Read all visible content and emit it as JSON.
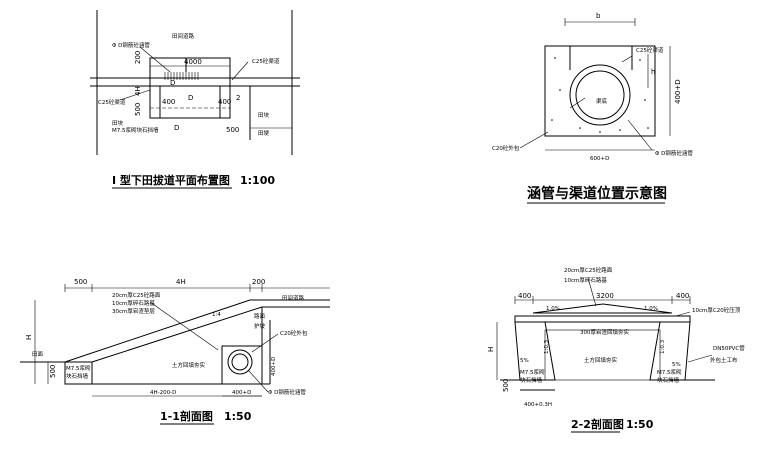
{
  "plan": {
    "road": "田间道路",
    "pipe": "Φ D钢筋砼涵管",
    "c25_top": "C25砼渠道",
    "c25_left": "C25砼渠道",
    "dim_4000": "4000",
    "dim_200": "200",
    "dim_4h": "4H",
    "dim_500": "500",
    "dim_400a": "400",
    "dim_400b": "400",
    "dim_2": "2",
    "dim_500b": "500",
    "field_block": "田块",
    "wall_note": "M7.5浆砌块石挡墙",
    "field_block2": "田块",
    "ridge": "田埂",
    "d1": "D",
    "d2": "D",
    "d3": "D",
    "title": "I 型下田拔道平面布置图",
    "scale": "1:100"
  },
  "culvert": {
    "b": "b",
    "c25": "C25砼渠道",
    "h": "h",
    "dim_400d": "400+D",
    "channel": "渠底",
    "c20": "C20砼外包",
    "dim_600d": "600+D",
    "pipe": "Φ D钢筋砼涵管",
    "title": "涵管与渠道位置示意图"
  },
  "sec1": {
    "dim_500": "500",
    "dim_4h": "4H",
    "dim_200": "200",
    "layer1": "20cm厚C25砼路面",
    "layer2": "10cm厚碎石路基",
    "layer3": "30cm厚宕渣垫层",
    "slope": "1:4",
    "road": "田间道路",
    "surface": "路面",
    "slope_guard": "护坡",
    "c20": "C20砼外包",
    "h": "H",
    "field": "田面",
    "dim_500v": "500",
    "wall": "M7.5浆砌",
    "wall2": "块石挡墙",
    "fill": "土方回填夯实",
    "dim_4h200d": "4H-200-D",
    "dim_400d": "400+D",
    "dim_400dv": "400+D",
    "pipe": "Φ D钢筋砼涵管",
    "title": "1-1剖面图",
    "scale": "1:50"
  },
  "sec2": {
    "layer1": "20cm厚C25砼路面",
    "layer2": "10cm厚碎石路基",
    "dim_400a": "400",
    "dim_3200": "3200",
    "dim_400b": "400",
    "pct1": "1.0%",
    "pct2": "1.0%",
    "right_layer": "10cm厚C20砼压顶",
    "base": "300厚宕渣回填夯实",
    "h": "H",
    "pct5a": "5%",
    "slope_a": "1:0.3",
    "fill": "土方回填夯实",
    "slope_b": "1:0.3",
    "pct5b": "5%",
    "drain": "DN50PVC管",
    "wrap": "外包土工布",
    "wall_l": "M7.5浆砌",
    "wall_l2": "块石挡墙",
    "wall_r": "M7.5浆砌",
    "wall_r2": "块石挡墙",
    "dim_500": "500",
    "dim_4003h": "400+0.3H",
    "title": "2-2剖面图",
    "scale": "1:50"
  }
}
